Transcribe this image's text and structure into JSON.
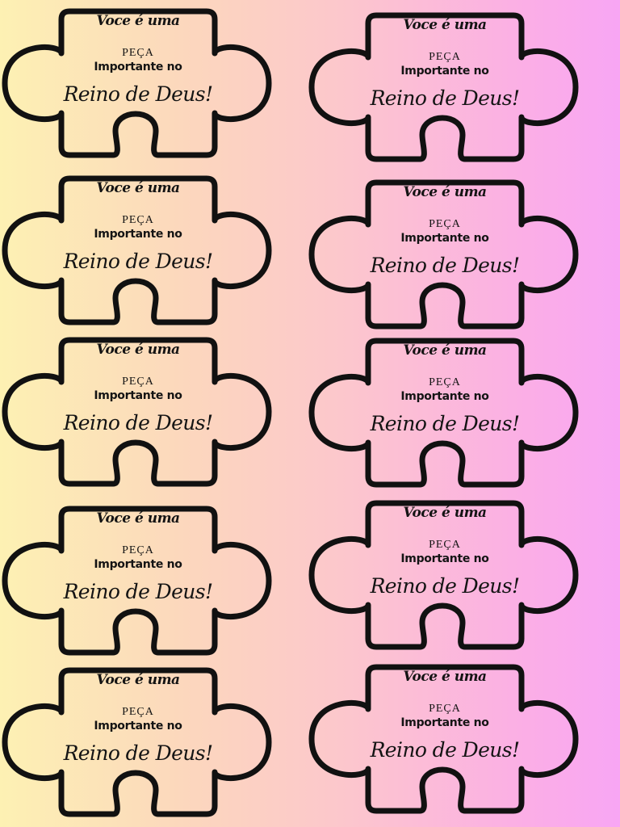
{
  "card": {
    "line1": "Voce é uma",
    "line2": "PEÇA",
    "line3": "Importante no",
    "line4": "Reino de Deus!"
  },
  "card_count": 10,
  "icons": [
    "puzzle-piece-icon"
  ],
  "colors": {
    "gradient_left": "#fdf1b3",
    "gradient_mid": "#fcc7cc",
    "gradient_right": "#f8a6f4",
    "outline": "#111111"
  }
}
